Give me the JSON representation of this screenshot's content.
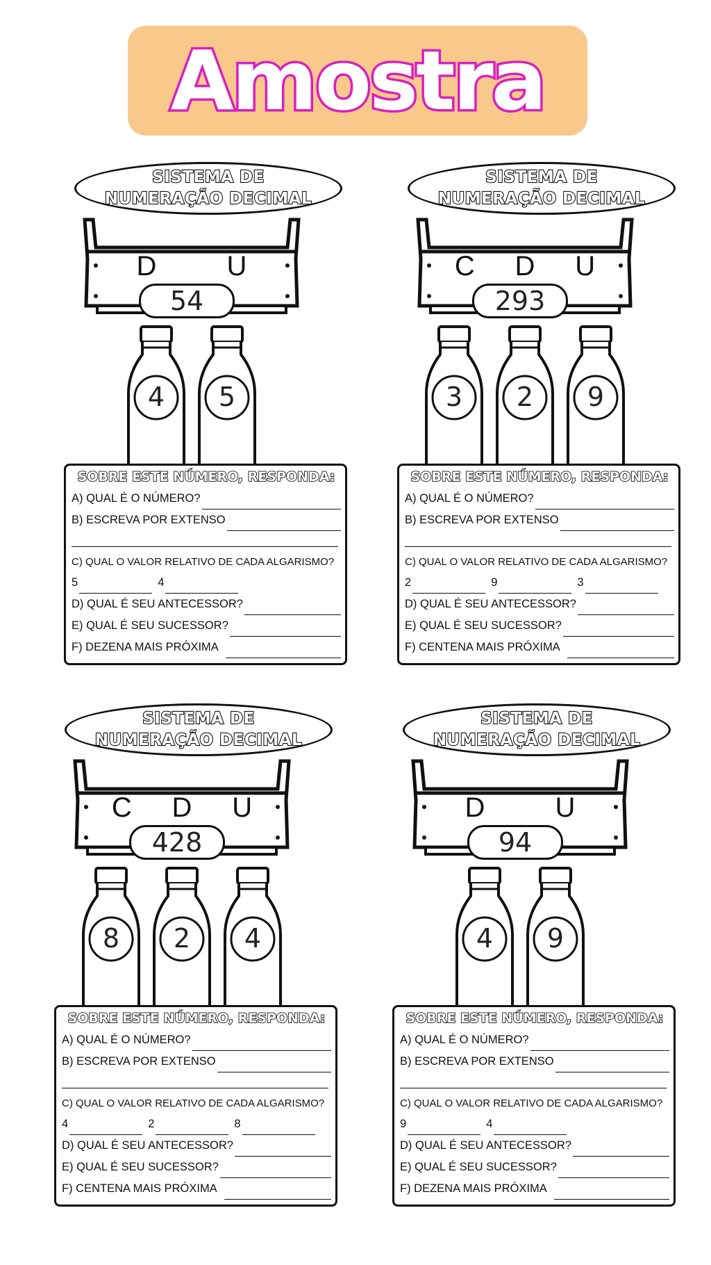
{
  "banner": {
    "text": "Amostra"
  },
  "panels": [
    {
      "title_line1": "SISTEMA DE",
      "title_line2": "NUMERAÇÃO DECIMAL",
      "positions": [
        "D",
        "U"
      ],
      "number": "54",
      "bottles": [
        "4",
        "5"
      ],
      "box": {
        "header": "SOBRE ESTE NÚMERO, RESPONDA:",
        "a": "A) QUAL É O NÚMERO?",
        "b": "B) ESCREVA POR EXTENSO",
        "c": "C) QUAL O VALOR RELATIVO DE CADA ALGARISMO?",
        "digits": [
          "5",
          "4"
        ],
        "d": "D) QUAL É SEU ANTECESSOR?",
        "e": "E) QUAL É SEU SUCESSOR?",
        "f": "F) DEZENA MAIS PRÓXIMA"
      }
    },
    {
      "title_line1": "SISTEMA DE",
      "title_line2": "NUMERAÇÃO DECIMAL",
      "positions": [
        "C",
        "D",
        "U"
      ],
      "number": "293",
      "bottles": [
        "3",
        "2",
        "9"
      ],
      "box": {
        "header": "SOBRE ESTE NÚMERO, RESPONDA:",
        "a": "A) QUAL É O NÚMERO?",
        "b": "B) ESCREVA POR EXTENSO",
        "c": "C) QUAL O VALOR RELATIVO DE CADA ALGARISMO?",
        "digits": [
          "2",
          "9",
          "3"
        ],
        "d": "D) QUAL É SEU ANTECESSOR?",
        "e": "E) QUAL É SEU SUCESSOR?",
        "f": "F) CENTENA MAIS PRÓXIMA"
      }
    },
    {
      "title_line1": "SISTEMA DE",
      "title_line2": "NUMERAÇÃO DECIMAL",
      "positions": [
        "C",
        "D",
        "U"
      ],
      "number": "428",
      "bottles": [
        "8",
        "2",
        "4"
      ],
      "box": {
        "header": "SOBRE ESTE NÚMERO, RESPONDA:",
        "a": "A) QUAL É O NÚMERO?",
        "b": "B) ESCREVA POR EXTENSO",
        "c": "C) QUAL O VALOR RELATIVO DE CADA ALGARISMO?",
        "digits": [
          "4",
          "2",
          "8"
        ],
        "d": "D) QUAL É SEU ANTECESSOR?",
        "e": "E) QUAL É SEU SUCESSOR?",
        "f": "F) CENTENA MAIS PRÓXIMA"
      }
    },
    {
      "title_line1": "SISTEMA DE",
      "title_line2": "NUMERAÇÃO DECIMAL",
      "positions": [
        "D",
        "U"
      ],
      "number": "94",
      "bottles": [
        "4",
        "9"
      ],
      "box": {
        "header": "SOBRE ESTE NÚMERO, RESPONDA:",
        "a": "A) QUAL É O NÚMERO?",
        "b": "B) ESCREVA POR EXTENSO",
        "c": "C) QUAL O VALOR RELATIVO DE CADA ALGARISMO?",
        "digits": [
          "9",
          "4"
        ],
        "d": "D) QUAL É SEU ANTECESSOR?",
        "e": "E) QUAL É SEU SUCESSOR?",
        "f": "F) DEZENA MAIS PRÓXIMA"
      }
    }
  ]
}
